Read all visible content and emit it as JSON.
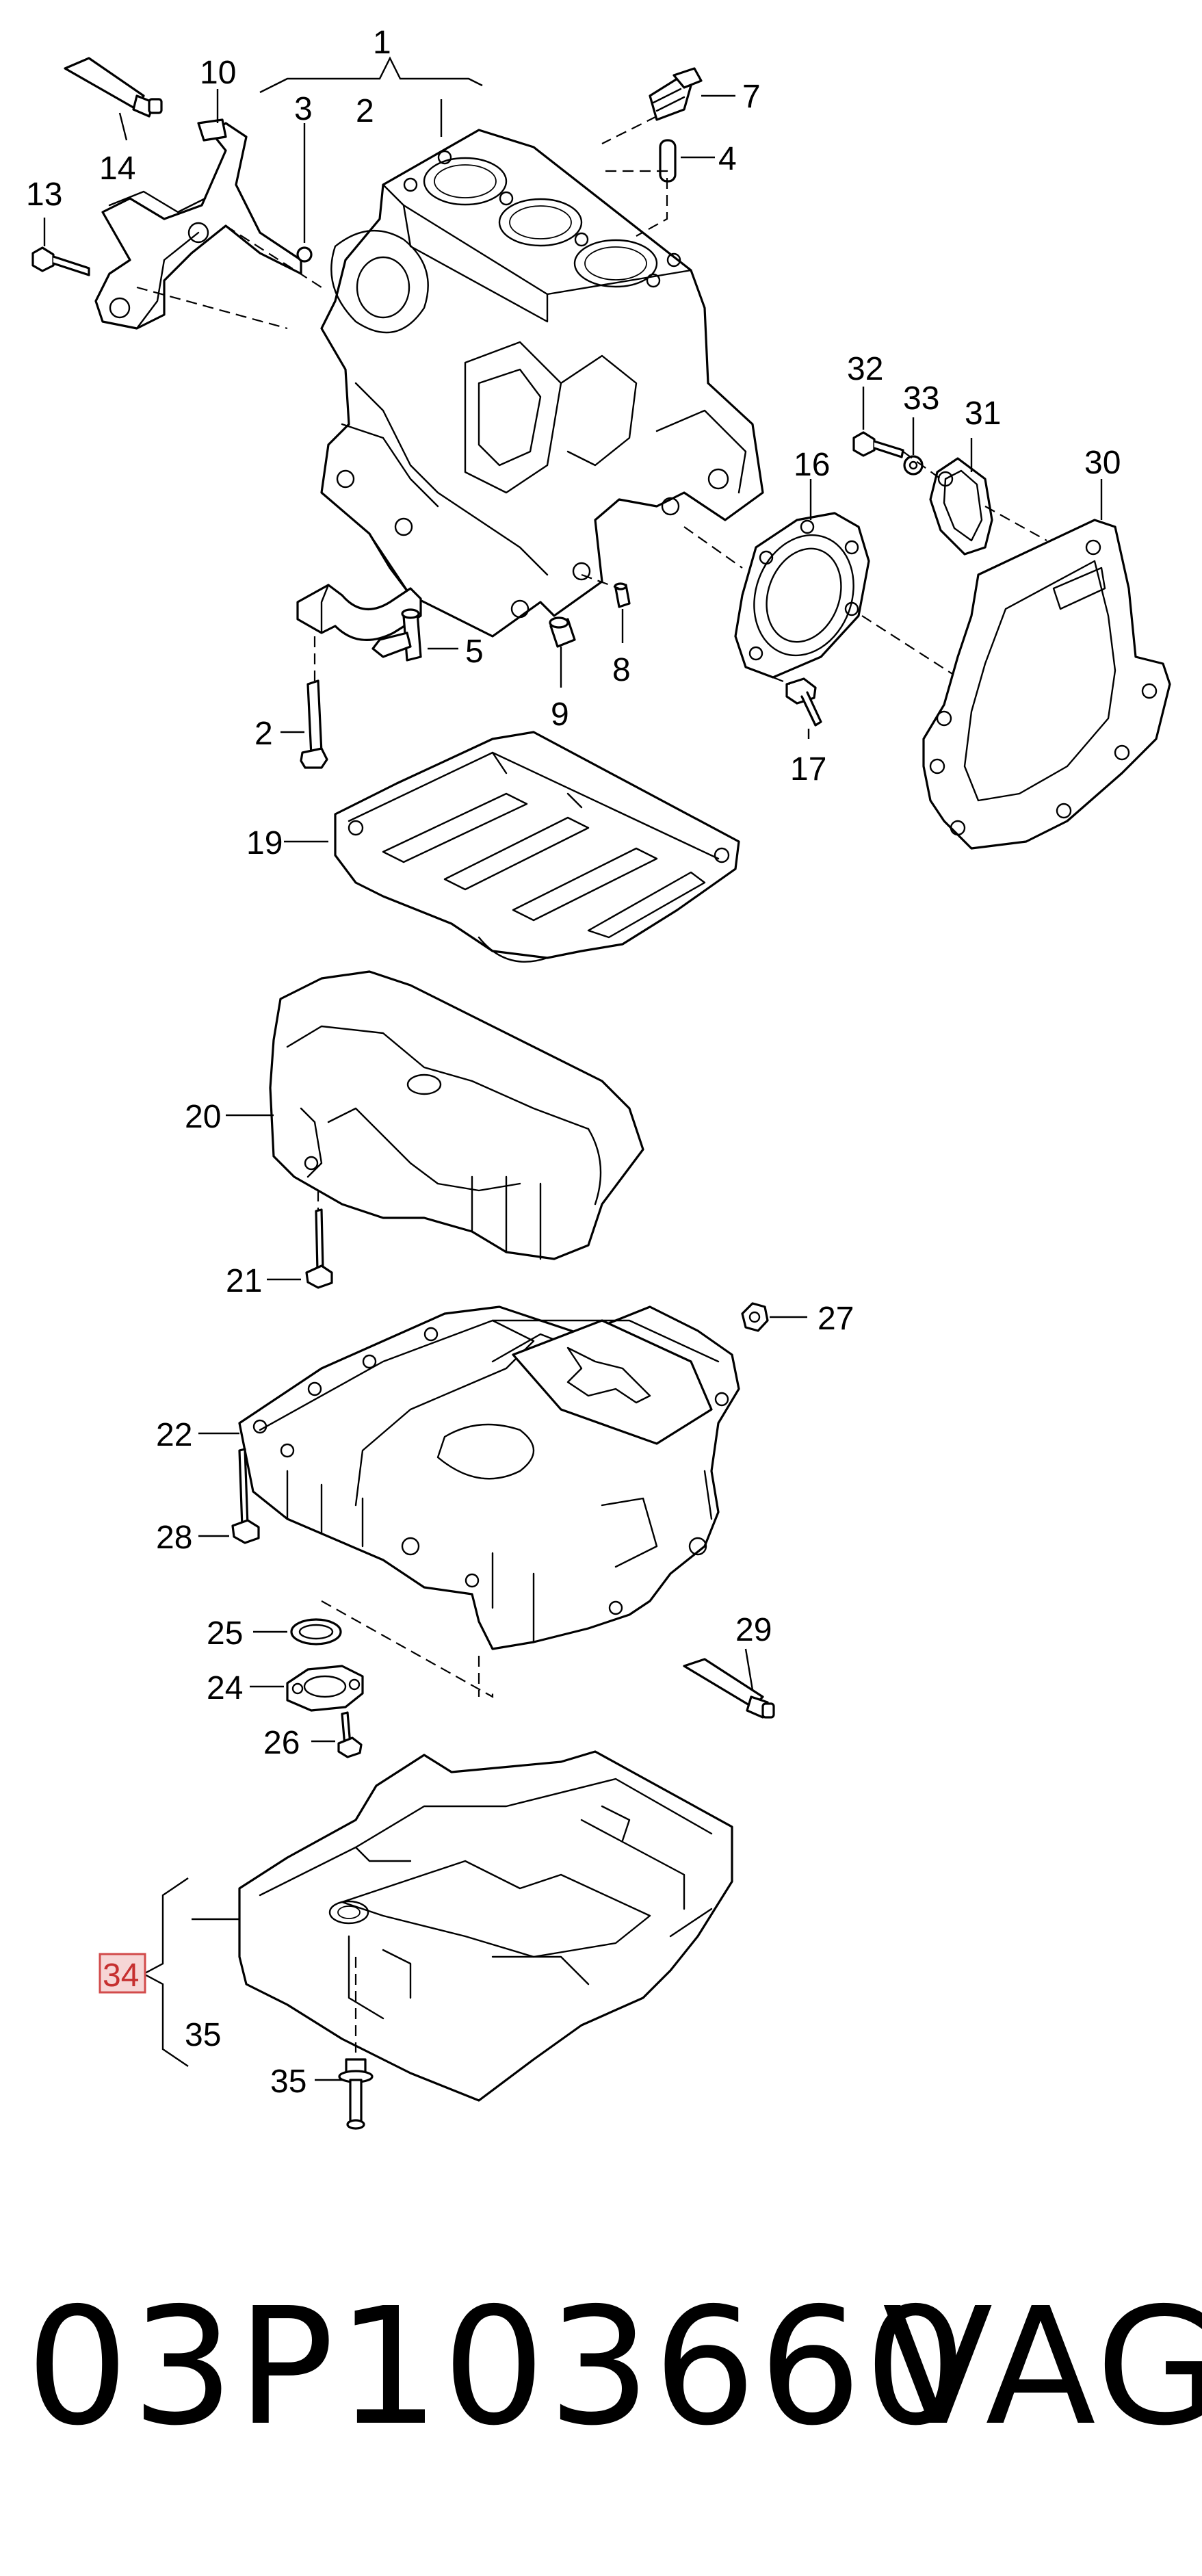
{
  "callouts": {
    "c1": "1",
    "c2a": "2",
    "c3": "3",
    "c4": "4",
    "c5": "5",
    "c7": "7",
    "c8": "8",
    "c9": "9",
    "c10": "10",
    "c13": "13",
    "c14": "14",
    "c2b": "2",
    "c16": "16",
    "c17": "17",
    "c19": "19",
    "c20": "20",
    "c21": "21",
    "c22": "22",
    "c24": "24",
    "c25": "25",
    "c26": "26",
    "c27": "27",
    "c28": "28",
    "c29": "29",
    "c30": "30",
    "c31": "31",
    "c32": "32",
    "c33": "33",
    "c34": "34",
    "c35a": "35",
    "c35b": "35"
  },
  "highlighted_callout": "34",
  "highlight_color": "#f6d6d6",
  "highlight_border_color": "#d24b4b",
  "footer": {
    "part_number": "03P103660",
    "brand": "VAG"
  }
}
